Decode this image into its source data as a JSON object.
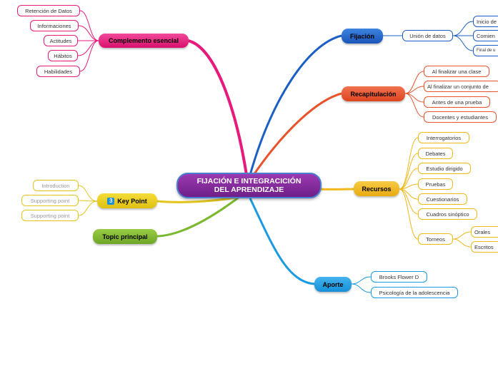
{
  "root": {
    "line1": "FIJACIÓN E INTEGRACICIÓN",
    "line2": "DEL APRENDIZAJE"
  },
  "complemento": {
    "label": "Complemento esencial",
    "children": [
      "Retención de Datos",
      "Informaciones",
      "Actitudes",
      "Hábitos",
      "Habilidades"
    ]
  },
  "keypoint": {
    "label": "Key Point",
    "badge": "3",
    "children": [
      "Introduction",
      "Supporting point",
      "Supporting point"
    ]
  },
  "topic": {
    "label": "Topic principal"
  },
  "fijacion": {
    "label": "Fijación",
    "sub": "Unión de datos",
    "children": [
      "Inicio de",
      "Comien",
      "Final de u"
    ]
  },
  "recapitulacion": {
    "label": "Recapitulación",
    "children": [
      "Al finalizar una clase",
      "Al finalizar un conjunto de",
      "Antes de una prueba",
      "Docentes y estudiantes"
    ]
  },
  "recursos": {
    "label": "Recursos",
    "children": [
      "Interrogatorios",
      "Debates",
      "Estudio dirigido",
      "Pruebas",
      "Cuestionarios",
      "Cuadros sinóptico",
      "Torneos"
    ],
    "torneos_children": [
      "Orales",
      "Escritos"
    ]
  },
  "aporte": {
    "label": "Aporte",
    "children": [
      "Brooks Flower D",
      "Psicología de la adolescencia"
    ]
  },
  "colors": {
    "complemento": "#e8197d",
    "keypoint": "#e3c51c",
    "topic": "#7cb82f",
    "fijacion": "#1c5fc4",
    "recapitulacion": "#e8532c",
    "recursos": "#f0b81a",
    "aporte": "#1a9be0"
  }
}
